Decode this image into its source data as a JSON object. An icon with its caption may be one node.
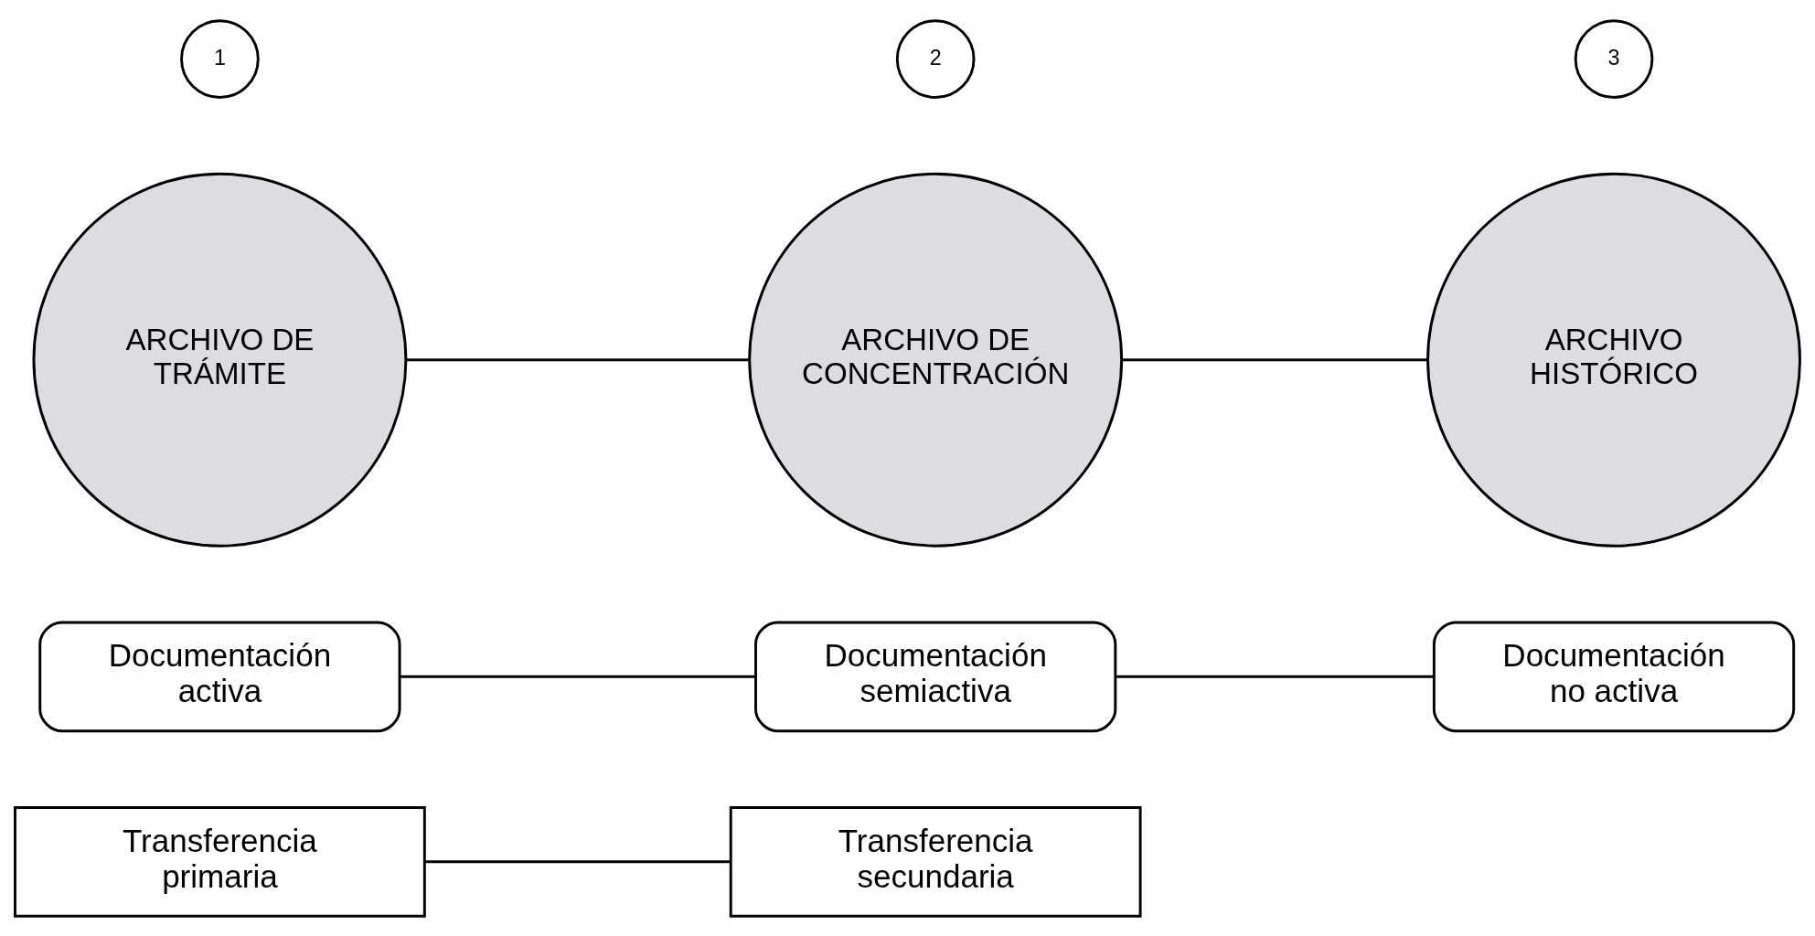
{
  "diagram": {
    "nodes": [
      {
        "text": [
          "1"
        ]
      },
      {
        "text": [
          "ARCHIVO DE TRÁMITE"
        ]
      },
      {
        "text": [
          "2"
        ]
      },
      {
        "text": [
          "ARCHIVO DE CONCENTRACIÓN"
        ]
      },
      {
        "text": [
          "3"
        ]
      },
      {
        "text": [
          "ARCHIVO HISTÓRICO"
        ]
      },
      {
        "text": [
          "Documentación activa"
        ]
      },
      {
        "text": [
          "Documentación semiactiva"
        ]
      },
      {
        "text": [
          "Documentación no activa"
        ]
      },
      {
        "text": [
          "Transferencia primaria"
        ]
      },
      {
        "text": [
          "Transferencia secundaria"
        ]
      }
    ],
    "edges": [
      {
        "from": 1,
        "to": 3,
        "arrow": "none"
      },
      {
        "from": 3,
        "to": 5,
        "arrow": "none"
      },
      {
        "from": 6,
        "to": 7,
        "arrow": "none"
      },
      {
        "from": 7,
        "to": 8,
        "arrow": "none"
      },
      {
        "from": 9,
        "to": 10,
        "arrow": "none"
      }
    ]
  }
}
